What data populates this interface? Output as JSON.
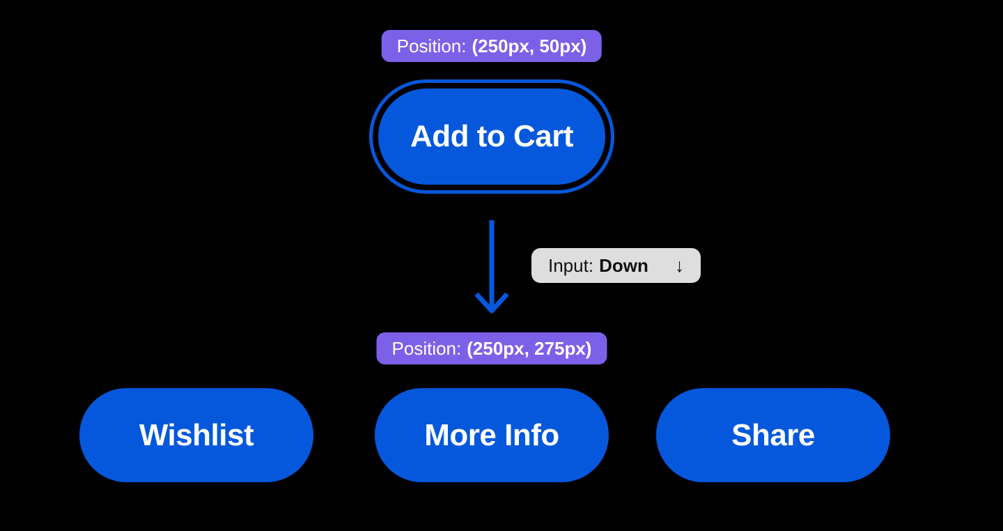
{
  "colors": {
    "background": "#000000",
    "button_blue": "#0558DC",
    "badge_purple": "#7B61E8",
    "badge_gray": "#DEDEDE",
    "text_light": "#FFFFFF",
    "text_dark": "#111111"
  },
  "position_badge_top": {
    "label": "Position:",
    "value": "(250px, 50px)"
  },
  "focused_button": {
    "label": "Add to Cart"
  },
  "input_badge": {
    "label": "Input:",
    "value": "Down",
    "arrow_icon": "↓"
  },
  "position_badge_bottom": {
    "label": "Position:",
    "value": "(250px, 275px)"
  },
  "bottom_buttons": [
    {
      "label": "Wishlist"
    },
    {
      "label": "More Info"
    },
    {
      "label": "Share"
    }
  ]
}
